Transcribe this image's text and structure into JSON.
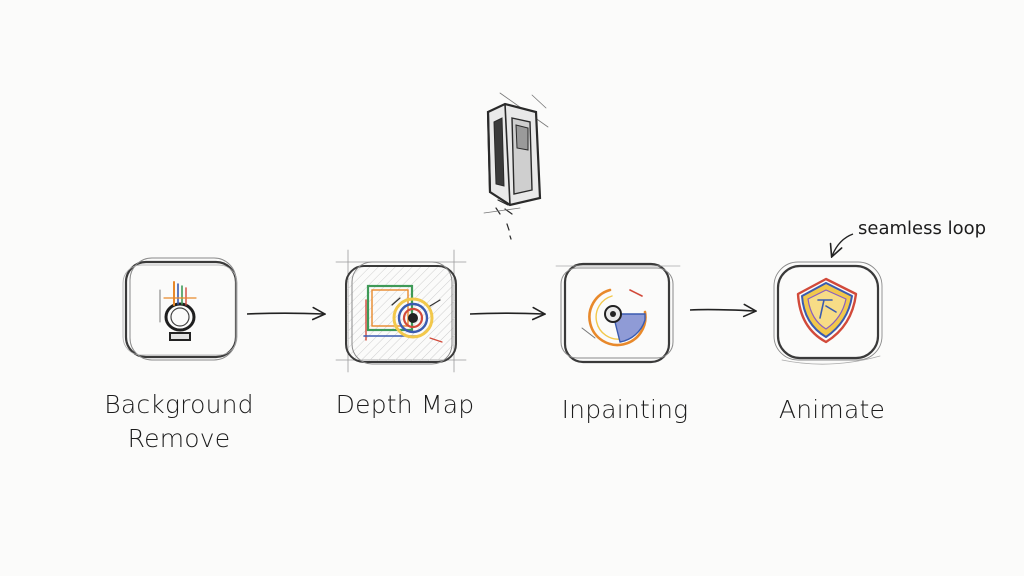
{
  "steps": [
    {
      "id": "background-remove",
      "line1": "Background",
      "line2": "Remove"
    },
    {
      "id": "depth-map",
      "line1": "Depth Map"
    },
    {
      "id": "inpainting",
      "line1": "Inpainting"
    },
    {
      "id": "animate",
      "line1": "Animate"
    }
  ],
  "annotation": "seamless loop",
  "colors": {
    "ink": "#1c1c1c",
    "sketch": "#5a5a5a",
    "accent_orange": "#e8892b",
    "accent_blue": "#3a5bb0",
    "accent_green": "#3f9a57",
    "accent_red": "#d24a3a",
    "accent_yellow": "#f2c84b"
  },
  "icons": [
    "device-sketch-icon",
    "background-remove-icon",
    "depth-map-icon",
    "inpainting-icon",
    "animate-shield-icon"
  ]
}
